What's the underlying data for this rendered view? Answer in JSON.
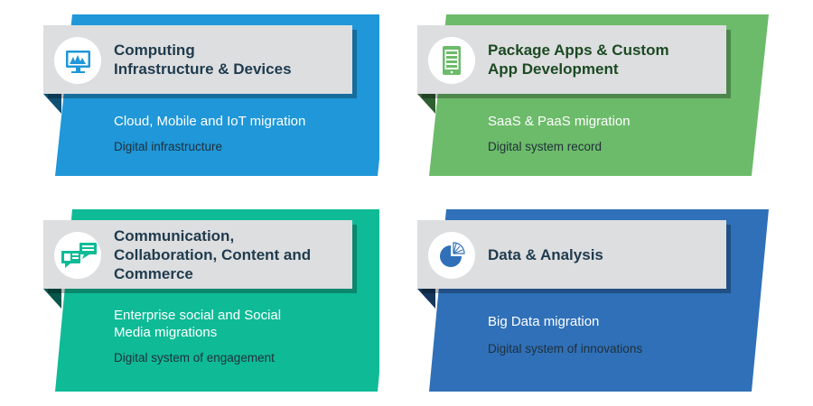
{
  "cards": [
    {
      "title": "Computing\nInfrastructure & Devices",
      "primary": "Cloud, Mobile and IoT migration",
      "secondary": "Digital infrastructure",
      "color": "#1f97d8",
      "fold_color": "#0f4f73",
      "icon": "monitor-icon"
    },
    {
      "title": "Package Apps & Custom\nApp Development",
      "primary": "SaaS & PaaS migration",
      "secondary": "Digital system record",
      "color": "#6cbb6a",
      "fold_color": "#2f5e32",
      "icon": "tablet-icon"
    },
    {
      "title": "Communication,\nCollaboration, Content and\nCommerce",
      "primary": "Enterprise social and Social\nMedia migrations",
      "secondary": "Digital system of engagement",
      "color": "#0ebb96",
      "fold_color": "#06574a",
      "icon": "chat-icon"
    },
    {
      "title": "Data & Analysis",
      "primary": "Big Data migration",
      "secondary": "Digital system of innovations",
      "color": "#2f70b8",
      "fold_color": "#16365a",
      "icon": "pie-chart-icon"
    }
  ]
}
